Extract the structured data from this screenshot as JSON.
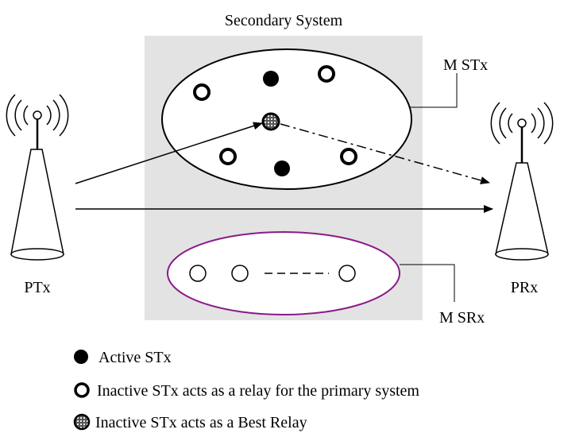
{
  "diagram": {
    "title": "Secondary System",
    "labels": {
      "ptx": "PTx",
      "prx": "PRx",
      "mstx": "M STx",
      "msrx": "M SRx"
    }
  },
  "legend": {
    "active": "Active STx",
    "inactive_relay": "Inactive STx acts as a relay for the primary system",
    "best_relay": "Inactive STx acts as a Best Relay"
  },
  "colors": {
    "background_box": "#e3e3e3",
    "receiver_ellipse": "#8a1a8a",
    "stroke": "#000000"
  }
}
